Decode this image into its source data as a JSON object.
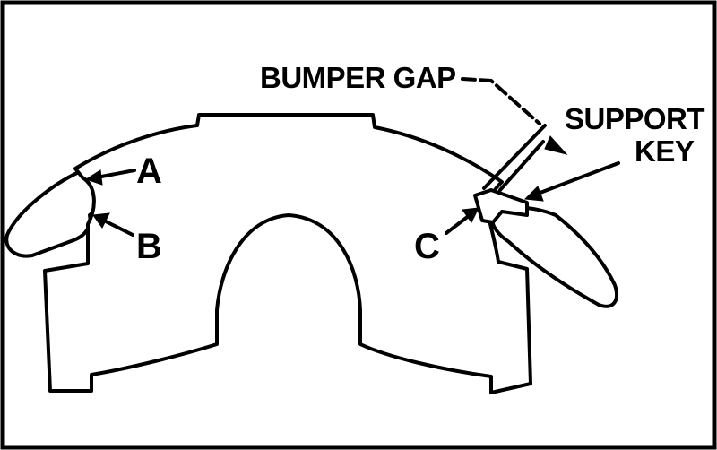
{
  "labels": {
    "a": "A",
    "b": "B",
    "c": "C",
    "bumper_gap": "BUMPER GAP",
    "support_line1": "SUPPORT",
    "support_line2": "KEY"
  }
}
